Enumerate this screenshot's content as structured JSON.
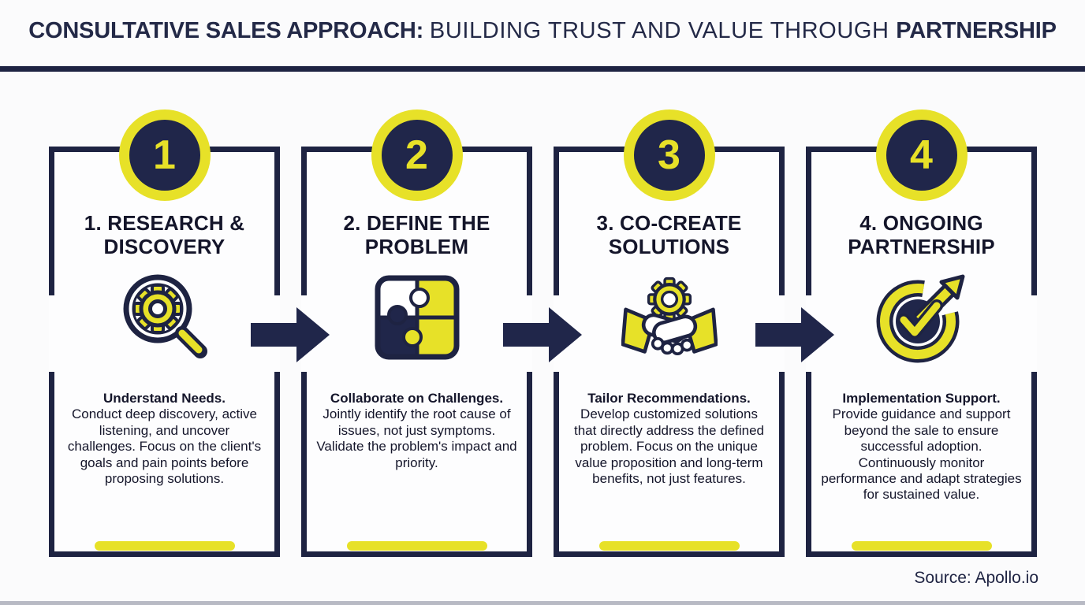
{
  "colors": {
    "navy": "#1e2342",
    "yellow": "#e7e128",
    "text": "#14152a",
    "background": "#fbfbfc"
  },
  "header": {
    "title_bold_1": "CONSULTATIVE SALES APPROACH: ",
    "title_regular": "BUILDING TRUST AND VALUE THROUGH ",
    "title_bold_2": "PARTNERSHIP"
  },
  "steps": [
    {
      "number": "1",
      "title": "1. RESEARCH &\nDISCOVERY",
      "icon": "research-magnifier-gear-icon",
      "lead": "Understand Needs.",
      "body": "Conduct deep discovery, active listening, and uncover challenges. Focus on the client's goals and pain points before proposing solutions."
    },
    {
      "number": "2",
      "title": "2. DEFINE THE\nPROBLEM",
      "icon": "puzzle-pieces-icon",
      "lead": "Collaborate on Challenges.",
      "body": "Jointly identify the root cause of issues, not just symptoms. Validate the problem's impact and priority."
    },
    {
      "number": "3",
      "title": "3. CO-CREATE\nSOLUTIONS",
      "icon": "handshake-gear-icon",
      "lead": "Tailor Recommendations.",
      "body": "Develop customized solutions that directly address the defined problem. Focus on the unique value proposition and long-term benefits, not just features."
    },
    {
      "number": "4",
      "title": "4. ONGOING\nPARTNERSHIP",
      "icon": "growth-target-arrow-icon",
      "lead": "Implementation Support.",
      "body": "Provide guidance and support beyond the sale to ensure successful adoption. Continuously monitor performance and adapt strategies for sustained value."
    }
  ],
  "footer": {
    "source": "Source: Apollo.io"
  }
}
